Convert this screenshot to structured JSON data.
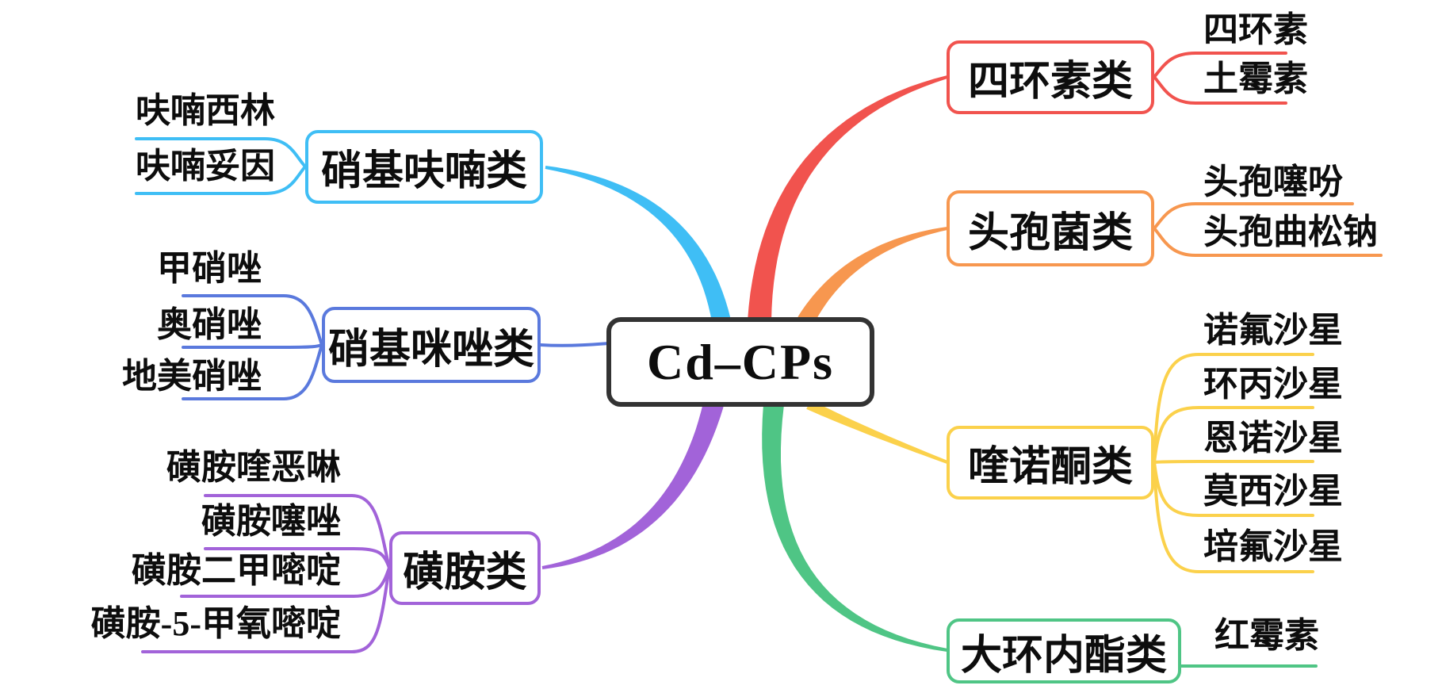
{
  "figure": {
    "type": "mindmap",
    "background": "#ffffff",
    "text_color": "#0d0d0d",
    "central_border_color": "#333333"
  },
  "central": {
    "label": "Cd–CPs"
  },
  "branches": [
    {
      "label": "硝基呋喃类",
      "color": "#3FBEF5",
      "side": "left",
      "children": [
        "呋喃西林",
        "呋喃妥因"
      ]
    },
    {
      "label": "硝基咪唑类",
      "color": "#5A79DD",
      "side": "left",
      "children": [
        "甲硝唑",
        "奥硝唑",
        "地美硝唑"
      ]
    },
    {
      "label": "磺胺类",
      "color": "#A263D9",
      "side": "left",
      "children": [
        "磺胺喹恶啉",
        "磺胺噻唑",
        "磺胺二甲嘧啶",
        "磺胺-5-甲氧嘧啶"
      ]
    },
    {
      "label": "四环素类",
      "color": "#F1534E",
      "side": "right",
      "children": [
        "四环素",
        "土霉素"
      ]
    },
    {
      "label": "头孢菌类",
      "color": "#F7974F",
      "side": "right",
      "children": [
        "头孢噻吩",
        "头孢曲松钠"
      ]
    },
    {
      "label": "喹诺酮类",
      "color": "#FBD14B",
      "side": "right",
      "children": [
        "诺氟沙星",
        "环丙沙星",
        "恩诺沙星",
        "莫西沙星",
        "培氟沙星"
      ]
    },
    {
      "label": "大环内酯类",
      "color": "#4FC585",
      "side": "right",
      "children": [
        "红霉素"
      ]
    }
  ]
}
